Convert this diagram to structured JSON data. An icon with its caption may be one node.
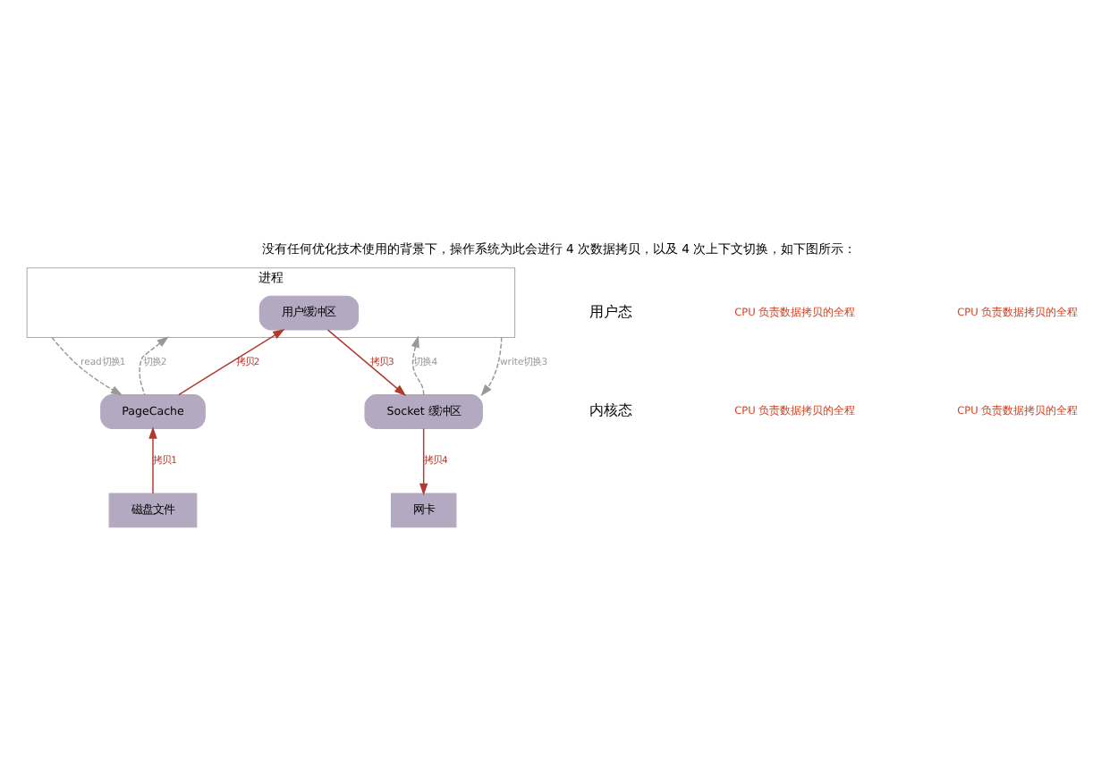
{
  "diagram": {
    "title": "没有任何优化技术使用的背景下，操作系统为此会进行 4 次数据拷贝，以及 4 次上下文切换，如下图所示：",
    "nodes": [
      {
        "text": [
          "进程"
        ]
      },
      {
        "text": [
          "用户缓冲区"
        ],
        "in": 0
      },
      {
        "text": [
          "PageCache"
        ]
      },
      {
        "text": [
          "Socket 缓冲区"
        ]
      },
      {
        "text": [
          "磁盘文件"
        ]
      },
      {
        "text": [
          "网卡"
        ]
      }
    ],
    "edges": [
      {
        "from": 0,
        "to": 2,
        "arrow": "to",
        "label": "read切换1",
        "style": "dashed",
        "color": "#999999"
      },
      {
        "from": 4,
        "to": 2,
        "arrow": "to",
        "label": "拷贝1",
        "color": "#b03a2e"
      },
      {
        "from": 2,
        "to": 1,
        "arrow": "to",
        "label": "拷贝2",
        "color": "#b03a2e"
      },
      {
        "from": 2,
        "to": 0,
        "arrow": "to",
        "label": "切换2",
        "style": "dashed",
        "color": "#999999"
      },
      {
        "from": 0,
        "to": 3,
        "arrow": "to",
        "label": "write切换3",
        "style": "dashed",
        "color": "#999999"
      },
      {
        "from": 1,
        "to": 3,
        "arrow": "to",
        "label": "拷贝3",
        "color": "#b03a2e"
      },
      {
        "from": 3,
        "to": 0,
        "arrow": "to",
        "label": "切换4",
        "style": "dashed",
        "color": "#999999"
      },
      {
        "from": 3,
        "to": 5,
        "arrow": "to",
        "label": "拷贝4",
        "color": "#b03a2e"
      }
    ],
    "labels": [
      "用户态",
      "CPU 负责数据拷贝的全程",
      "CPU 负责数据拷贝的全程",
      "内核态",
      "CPU 负责数据拷贝的全程",
      "CPU 负责数据拷贝的全程"
    ]
  }
}
